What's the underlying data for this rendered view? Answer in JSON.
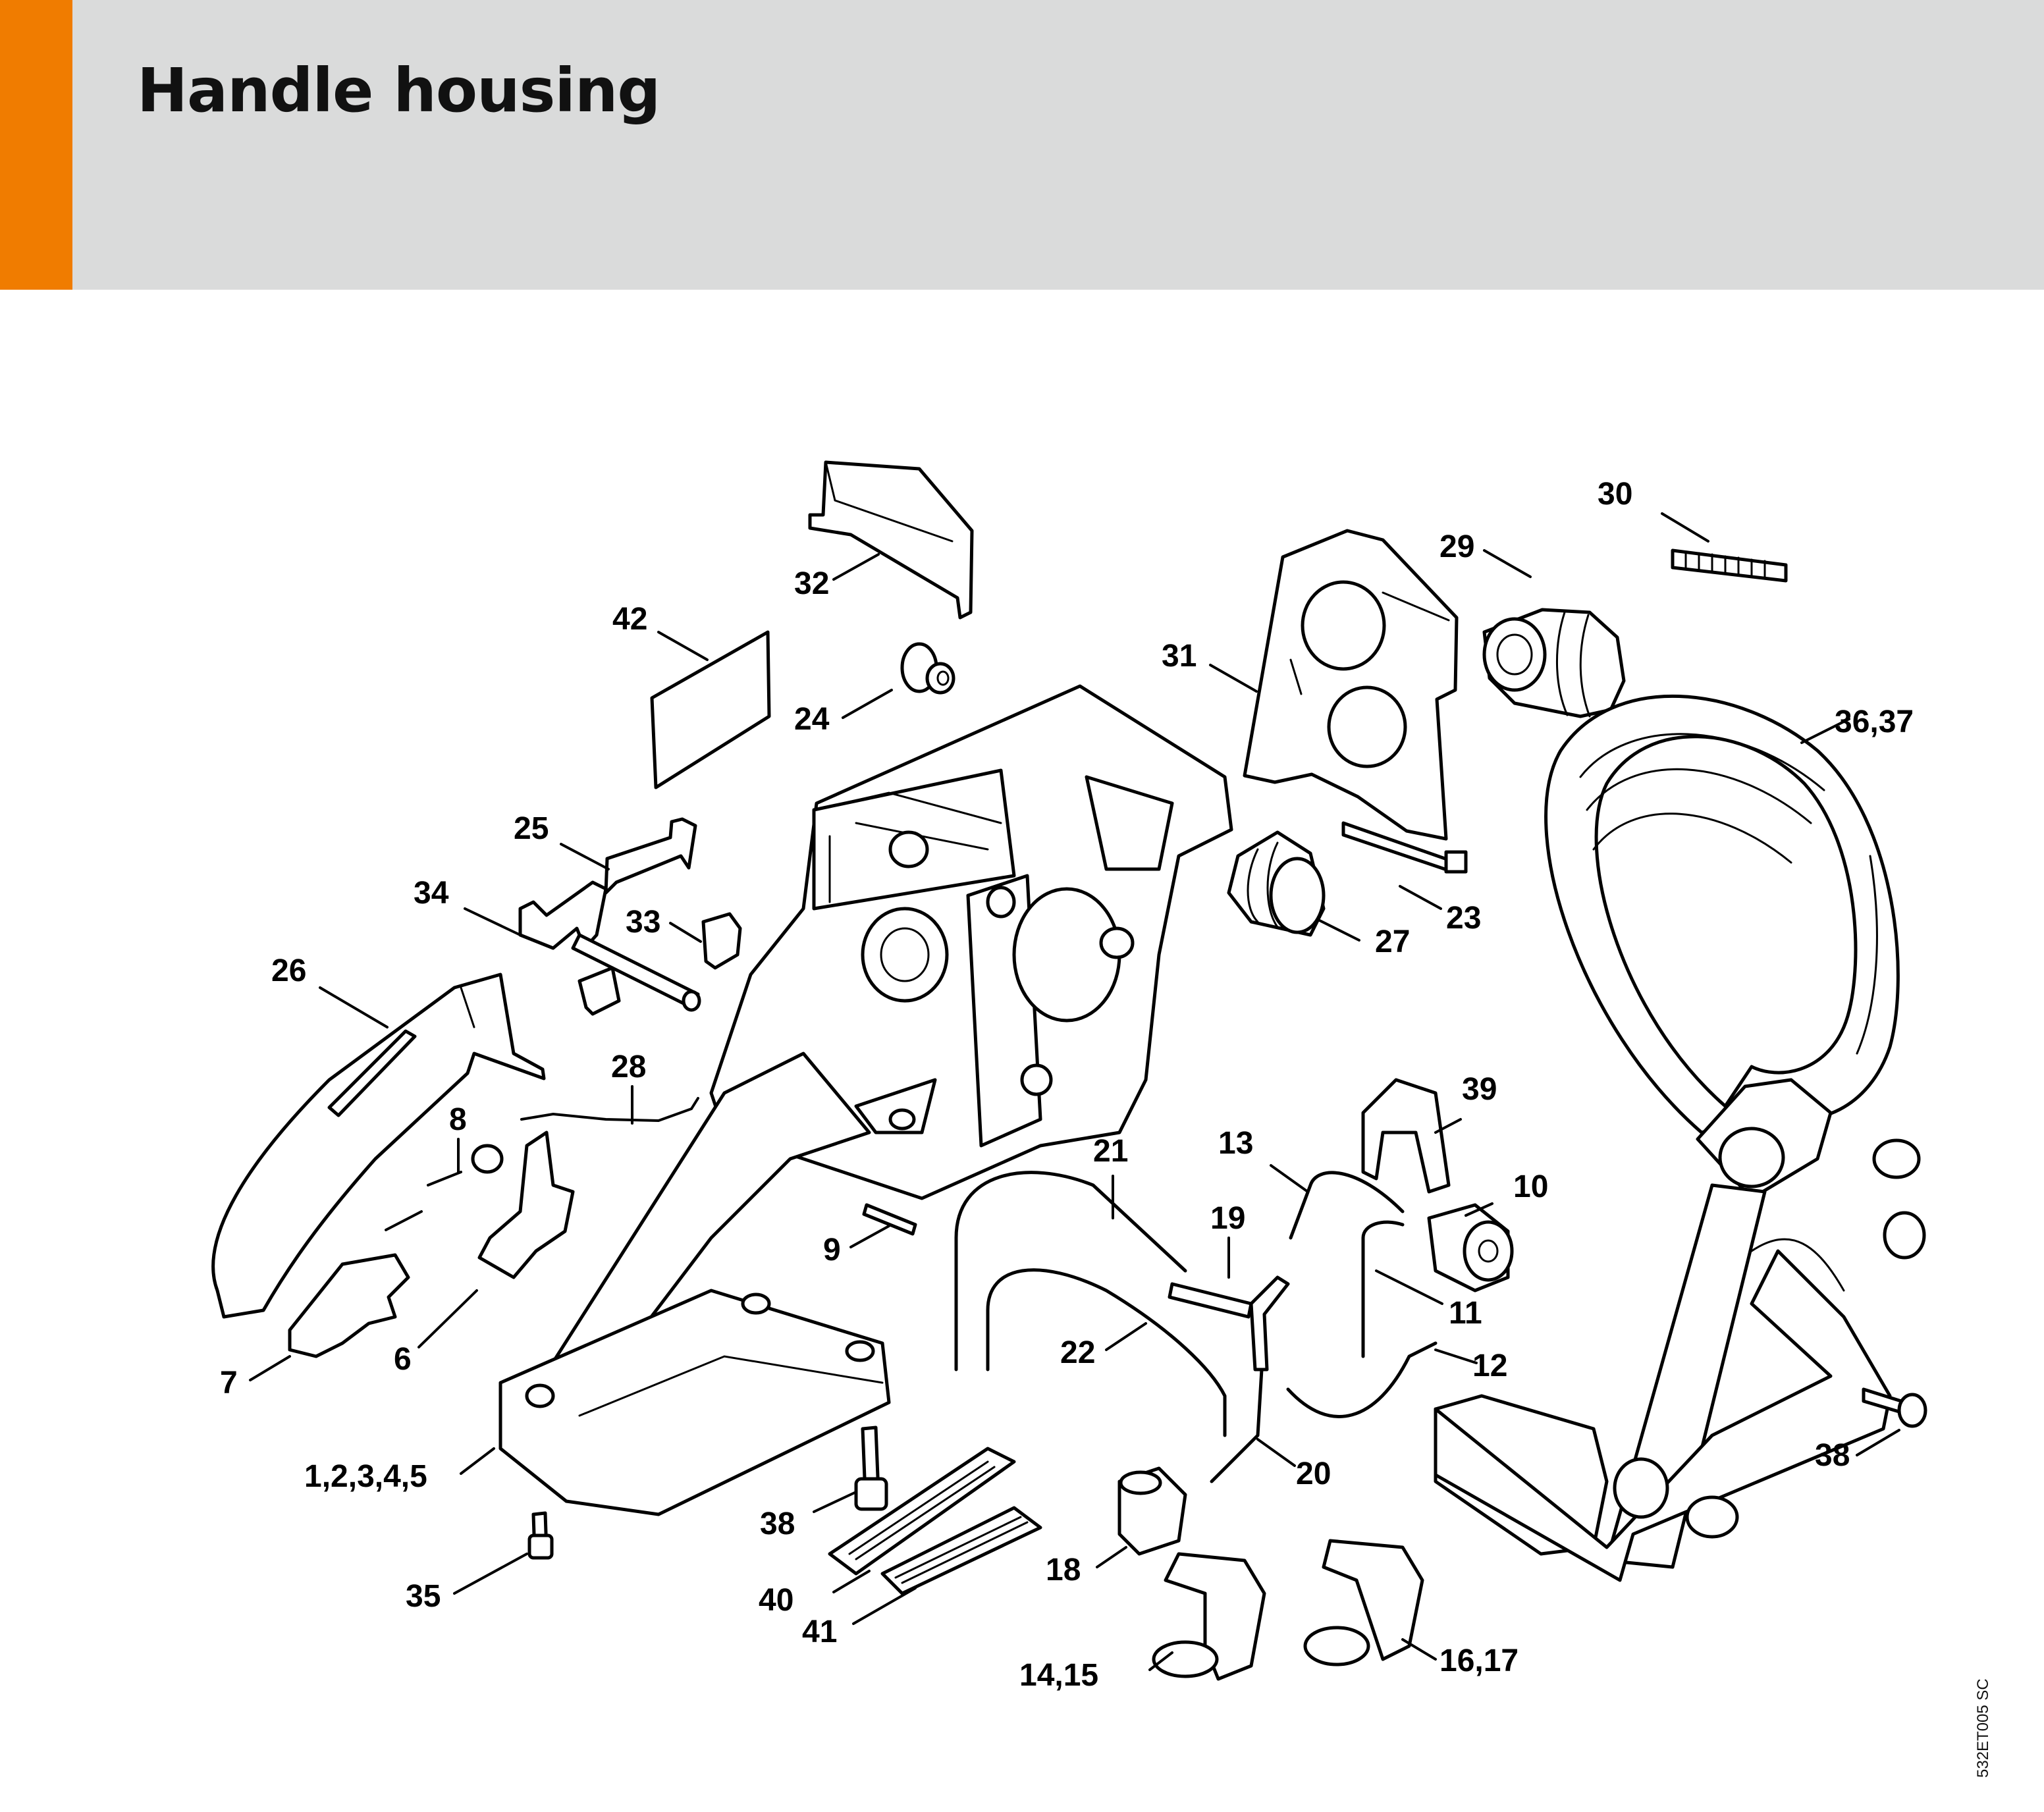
{
  "header": {
    "title": "Handle housing",
    "accent_color": "#f07c00",
    "background_color": "#dadbdb"
  },
  "reference_code": "532ET005 SC",
  "callouts": [
    {
      "id": "c-1-5",
      "text": "1,2,3,4,5"
    },
    {
      "id": "c-6",
      "text": "6"
    },
    {
      "id": "c-7",
      "text": "7"
    },
    {
      "id": "c-8",
      "text": "8"
    },
    {
      "id": "c-9",
      "text": "9"
    },
    {
      "id": "c-10",
      "text": "10"
    },
    {
      "id": "c-11",
      "text": "11"
    },
    {
      "id": "c-12",
      "text": "12"
    },
    {
      "id": "c-13",
      "text": "13"
    },
    {
      "id": "c-14-15",
      "text": "14,15"
    },
    {
      "id": "c-16-17",
      "text": "16,17"
    },
    {
      "id": "c-18",
      "text": "18"
    },
    {
      "id": "c-19",
      "text": "19"
    },
    {
      "id": "c-20",
      "text": "20"
    },
    {
      "id": "c-21",
      "text": "21"
    },
    {
      "id": "c-22",
      "text": "22"
    },
    {
      "id": "c-23",
      "text": "23"
    },
    {
      "id": "c-24",
      "text": "24"
    },
    {
      "id": "c-25",
      "text": "25"
    },
    {
      "id": "c-26",
      "text": "26"
    },
    {
      "id": "c-27",
      "text": "27"
    },
    {
      "id": "c-28",
      "text": "28"
    },
    {
      "id": "c-29",
      "text": "29"
    },
    {
      "id": "c-30",
      "text": "30"
    },
    {
      "id": "c-31",
      "text": "31"
    },
    {
      "id": "c-32",
      "text": "32"
    },
    {
      "id": "c-33",
      "text": "33"
    },
    {
      "id": "c-34",
      "text": "34"
    },
    {
      "id": "c-35",
      "text": "35"
    },
    {
      "id": "c-36-37",
      "text": "36,37"
    },
    {
      "id": "c-38a",
      "text": "38"
    },
    {
      "id": "c-38b",
      "text": "38"
    },
    {
      "id": "c-39",
      "text": "39"
    },
    {
      "id": "c-40",
      "text": "40"
    },
    {
      "id": "c-41",
      "text": "41"
    },
    {
      "id": "c-42",
      "text": "42"
    }
  ]
}
